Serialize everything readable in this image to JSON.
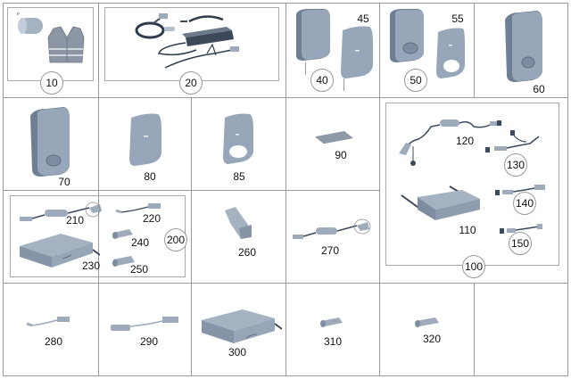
{
  "diagram": {
    "type": "exploded parts catalog grid",
    "colors": {
      "part_fill": "#8e9db0",
      "part_light": "#b7c3d1",
      "part_dark": "#5e6d80",
      "cable": "#3b4a5c",
      "grid_line": "#9a9a9a"
    },
    "groups": {
      "g10": {
        "label": "10",
        "items": [
          "cylinder-bag",
          "safety-vest"
        ]
      },
      "g20": {
        "label": "20",
        "items": [
          "charging-cable-set"
        ]
      },
      "g40": {
        "label": "40",
        "item_45": "45"
      },
      "g50": {
        "label": "50",
        "item_55": "55"
      },
      "g100": {
        "label": "100",
        "items": {
          "i110": "110",
          "i120": "120",
          "i130": "130",
          "i140": "140",
          "i150": "150"
        }
      },
      "g200": {
        "label": "200",
        "items": {
          "i210": "210",
          "i220": "220",
          "i230": "230",
          "i240": "240",
          "i250": "250"
        }
      }
    },
    "parts": {
      "p60": "60",
      "p70": "70",
      "p80": "80",
      "p85": "85",
      "p90": "90",
      "p260": "260",
      "p270": "270",
      "p280": "280",
      "p290": "290",
      "p300": "300",
      "p310": "310",
      "p320": "320"
    }
  }
}
